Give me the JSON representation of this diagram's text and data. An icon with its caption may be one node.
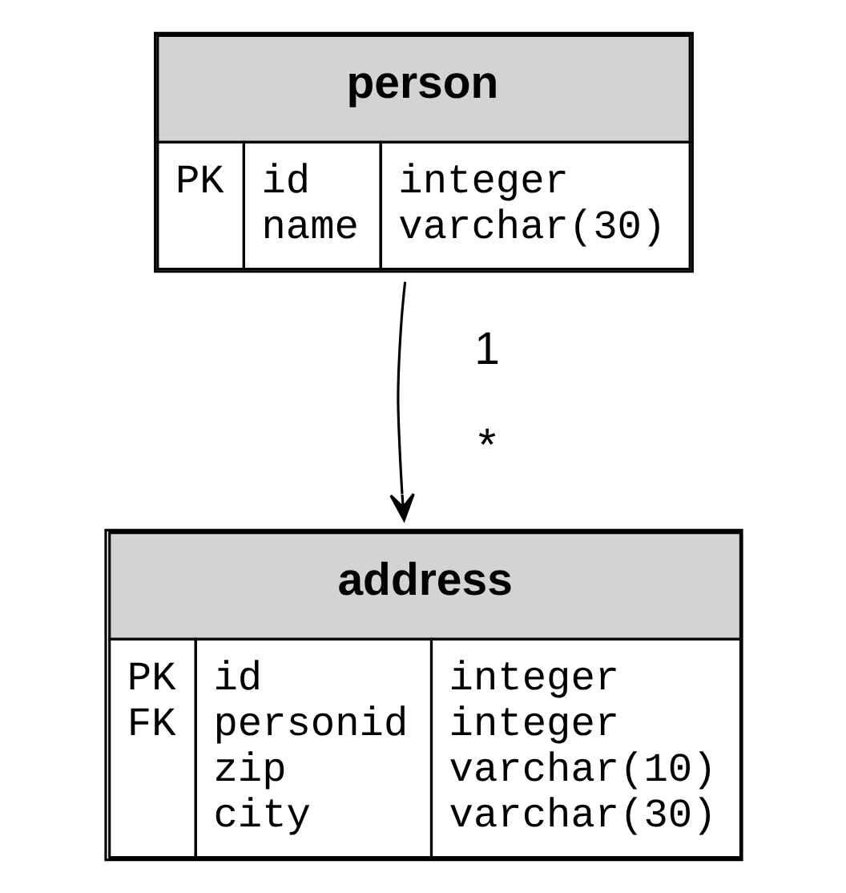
{
  "diagram": {
    "nodes": [
      {
        "text": [
          "person",
          "PK",
          "id name",
          "integer varchar(30)"
        ]
      },
      {
        "text": [
          "address",
          "PK FK",
          "id personid zip city",
          "integer integer varchar(10) varchar(30)"
        ]
      }
    ],
    "edges": [
      {
        "from": 0,
        "to": 1,
        "arrow": "to"
      }
    ],
    "labels": [
      "1",
      "*"
    ]
  }
}
